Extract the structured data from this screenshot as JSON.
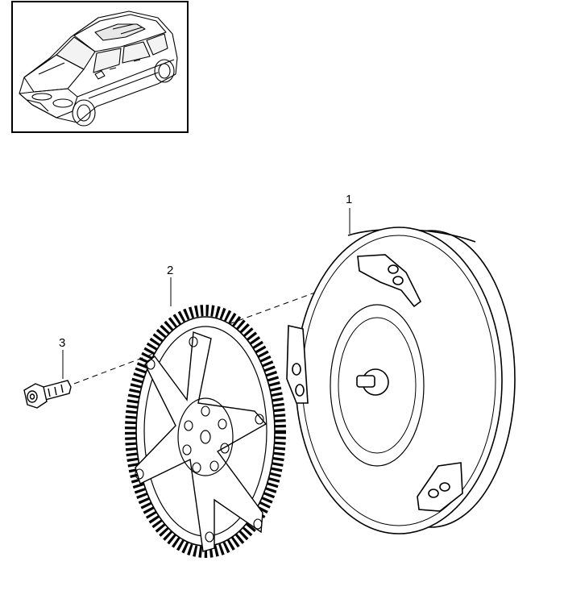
{
  "vehicle_thumbnail": {
    "icon": "car-thumbnail-icon"
  },
  "parts": [
    {
      "number": "1",
      "icon": "torque-converter-icon"
    },
    {
      "number": "2",
      "icon": "flex-plate-ring-gear-icon"
    },
    {
      "number": "3",
      "icon": "bolt-icon"
    }
  ],
  "colors": {
    "line": "#000000",
    "background": "#ffffff"
  }
}
